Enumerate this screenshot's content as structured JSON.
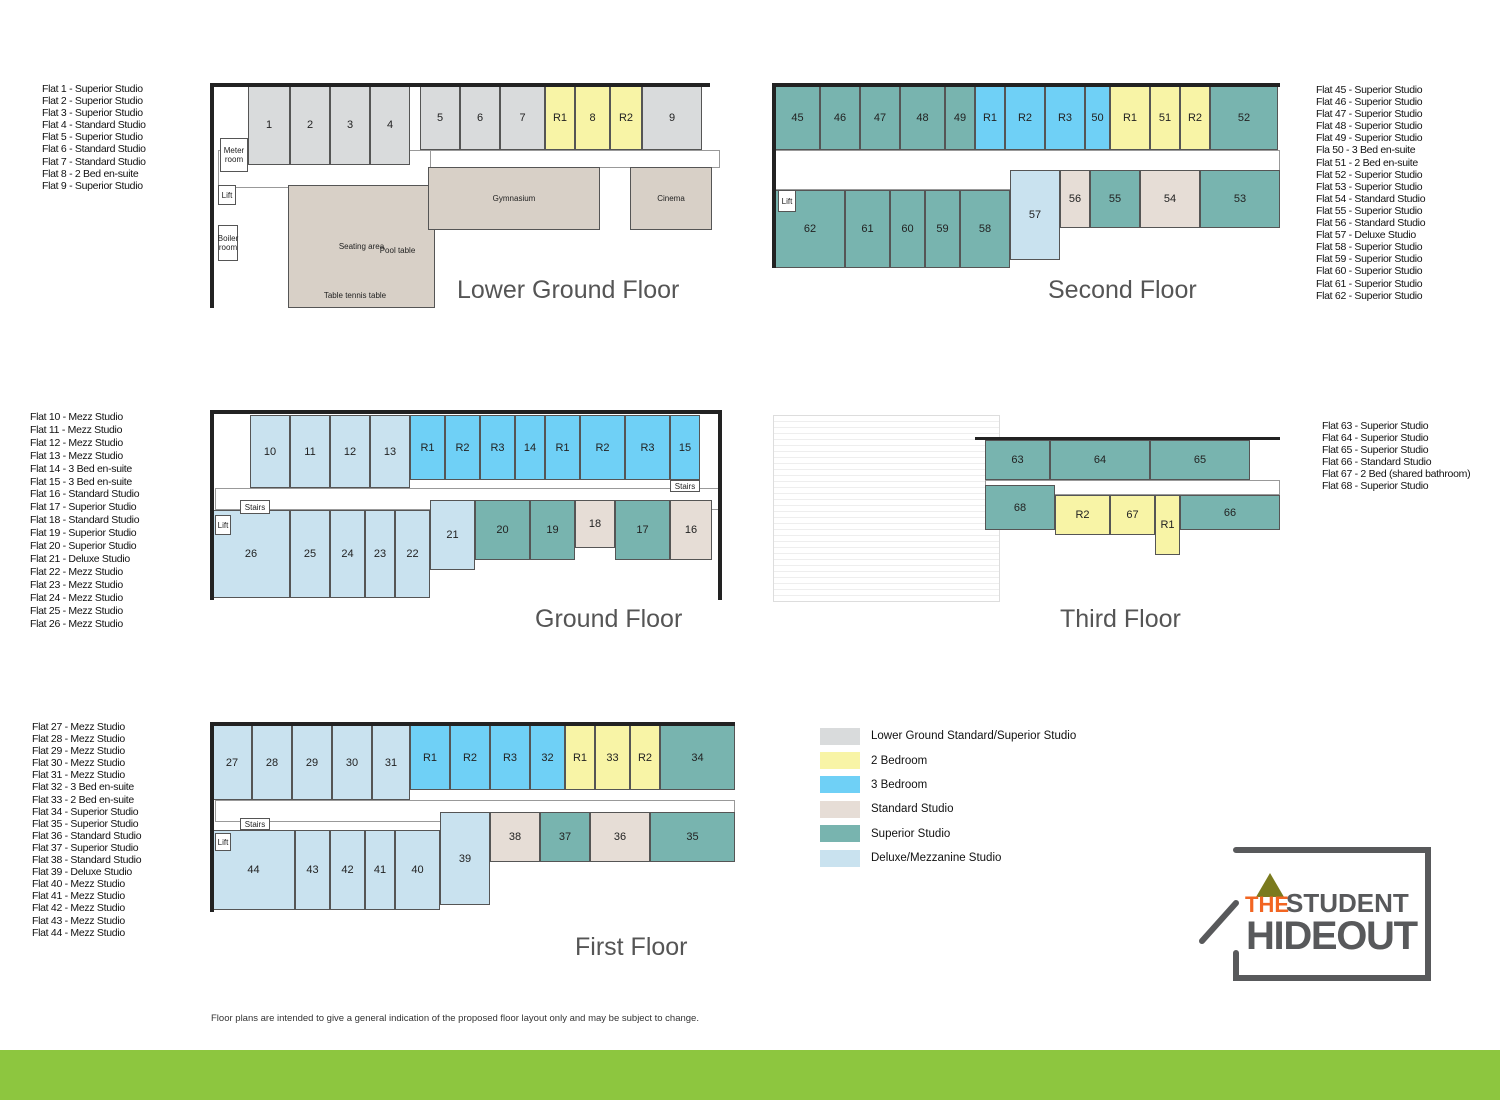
{
  "colors": {
    "grey": "#d9dbdc",
    "two_bed": "#f8f4a6",
    "three_bed": "#6fd0f6",
    "standard": "#e6ddd6",
    "superior": "#78b4af",
    "deluxe": "#c9e2ef",
    "amenity": "#d8d0c7",
    "accent": "#8dc63f"
  },
  "lists": {
    "lower_ground": [
      "Flat 1 - Superior Studio",
      "Flat 2 - Superior Studio",
      "Flat 3 - Superior Studio",
      "Flat 4 - Standard Studio",
      "Flat 5 - Superior Studio",
      "Flat 6 - Standard Studio",
      "Flat 7 - Standard Studio",
      "Flat 8 - 2 Bed en-suite",
      "Flat 9 - Superior Studio"
    ],
    "ground": [
      "Flat 10 - Mezz Studio",
      "Flat 11 - Mezz Studio",
      "Flat 12 - Mezz Studio",
      "Flat 13 - Mezz Studio",
      "Flat 14 - 3 Bed en-suite",
      "Flat 15 - 3 Bed en-suite",
      "Flat 16 - Standard Studio",
      "Flat 17 - Superior Studio",
      "Flat 18 - Standard Studio",
      "Flat 19 - Superior Studio",
      "Flat 20 - Superior Studio",
      "Flat 21 - Deluxe Studio",
      "Flat 22 - Mezz Studio",
      "Flat 23 - Mezz Studio",
      "Flat 24 - Mezz Studio",
      "Flat 25 - Mezz Studio",
      "Flat 26 - Mezz Studio"
    ],
    "first": [
      "Flat 27 - Mezz Studio",
      "Flat 28 - Mezz Studio",
      "Flat 29 - Mezz Studio",
      "Flat 30 - Mezz Studio",
      "Flat 31 - Mezz Studio",
      "Flat 32 - 3 Bed en-suite",
      "Flat 33 - 2 Bed en-suite",
      "Flat 34 - Superior Studio",
      "Flat 35 - Superior Studio",
      "Flat 36 - Standard Studio",
      "Flat 37 - Superior Studio",
      "Flat 38 - Standard Studio",
      "Flat 39 - Deluxe Studio",
      "Flat 40 - Mezz Studio",
      "Flat 41 - Mezz Studio",
      "Flat 42 - Mezz Studio",
      "Flat 43 - Mezz Studio",
      "Flat 44 - Mezz Studio"
    ],
    "second": [
      "Flat 45 - Superior Studio",
      "Flat 46 - Superior Studio",
      "Flat 47 - Superior Studio",
      "Flat 48 - Superior Studio",
      "Flat 49 - Superior Studio",
      "Fla 50 - 3 Bed en-suite",
      "Flat 51 - 2 Bed en-suite",
      "Flat 52 - Superior Studio",
      "Flat 53 - Superior Studio",
      "Flat 54 - Standard Studio",
      "Flat 55 - Superior Studio",
      "Flat 56 - Standard Studio",
      "Flat 57 - Deluxe Studio",
      "Flat 58 - Superior Studio",
      "Flat 59 - Superior Studio",
      "Flat 60 - Superior Studio",
      "Flat 61 - Superior Studio",
      "Flat 62 - Superior Studio"
    ],
    "third": [
      "Flat 63 - Superior Studio",
      "Flat 64 - Superior Studio",
      "Flat 65 - Superior Studio",
      "Flat 66 - Standard Studio",
      "Flat 67 - 2 Bed (shared bathroom)",
      "Flat 68 - Superior Studio"
    ]
  },
  "floors": {
    "lower_ground": {
      "title": "Lower Ground Floor",
      "rooms": [
        {
          "label": "1",
          "type": "grey"
        },
        {
          "label": "2",
          "type": "grey"
        },
        {
          "label": "3",
          "type": "grey"
        },
        {
          "label": "4",
          "type": "grey"
        },
        {
          "label": "5",
          "type": "grey"
        },
        {
          "label": "6",
          "type": "grey"
        },
        {
          "label": "7",
          "type": "grey"
        },
        {
          "label": "R1",
          "type": "two_bed"
        },
        {
          "label": "8",
          "type": "two_bed"
        },
        {
          "label": "R2",
          "type": "two_bed"
        },
        {
          "label": "9",
          "type": "grey"
        },
        {
          "label": "Meter room",
          "type": "white"
        },
        {
          "label": "Lift",
          "type": "white"
        },
        {
          "label": "Boiler room",
          "type": "white"
        },
        {
          "label": "Seating area",
          "type": "amenity"
        },
        {
          "label": "Pool table",
          "type": "amenity"
        },
        {
          "label": "Table tennis table",
          "type": "amenity"
        },
        {
          "label": "Gymnasium",
          "type": "amenity"
        },
        {
          "label": "Cinema",
          "type": "amenity"
        }
      ]
    },
    "second": {
      "title": "Second Floor",
      "rooms": [
        {
          "label": "45",
          "type": "superior"
        },
        {
          "label": "46",
          "type": "superior"
        },
        {
          "label": "47",
          "type": "superior"
        },
        {
          "label": "48",
          "type": "superior"
        },
        {
          "label": "49",
          "type": "superior"
        },
        {
          "label": "R1",
          "type": "three_bed"
        },
        {
          "label": "R2",
          "type": "three_bed"
        },
        {
          "label": "R3",
          "type": "three_bed"
        },
        {
          "label": "50",
          "type": "three_bed"
        },
        {
          "label": "R1",
          "type": "two_bed"
        },
        {
          "label": "51",
          "type": "two_bed"
        },
        {
          "label": "R2",
          "type": "two_bed"
        },
        {
          "label": "52",
          "type": "superior"
        },
        {
          "label": "62",
          "type": "superior"
        },
        {
          "label": "61",
          "type": "superior"
        },
        {
          "label": "60",
          "type": "superior"
        },
        {
          "label": "59",
          "type": "superior"
        },
        {
          "label": "58",
          "type": "superior"
        },
        {
          "label": "57",
          "type": "deluxe"
        },
        {
          "label": "56",
          "type": "standard"
        },
        {
          "label": "55",
          "type": "superior"
        },
        {
          "label": "54",
          "type": "standard"
        },
        {
          "label": "53",
          "type": "superior"
        },
        {
          "label": "Lift",
          "type": "white"
        }
      ]
    },
    "ground": {
      "title": "Ground Floor",
      "rooms": [
        {
          "label": "10",
          "type": "deluxe"
        },
        {
          "label": "11",
          "type": "deluxe"
        },
        {
          "label": "12",
          "type": "deluxe"
        },
        {
          "label": "13",
          "type": "deluxe"
        },
        {
          "label": "R1",
          "type": "three_bed"
        },
        {
          "label": "R2",
          "type": "three_bed"
        },
        {
          "label": "R3",
          "type": "three_bed"
        },
        {
          "label": "14",
          "type": "three_bed"
        },
        {
          "label": "R1",
          "type": "three_bed"
        },
        {
          "label": "R2",
          "type": "three_bed"
        },
        {
          "label": "R3",
          "type": "three_bed"
        },
        {
          "label": "15",
          "type": "three_bed"
        },
        {
          "label": "26",
          "type": "deluxe"
        },
        {
          "label": "25",
          "type": "deluxe"
        },
        {
          "label": "24",
          "type": "deluxe"
        },
        {
          "label": "23",
          "type": "deluxe"
        },
        {
          "label": "22",
          "type": "deluxe"
        },
        {
          "label": "21",
          "type": "deluxe"
        },
        {
          "label": "20",
          "type": "superior"
        },
        {
          "label": "19",
          "type": "superior"
        },
        {
          "label": "18",
          "type": "standard"
        },
        {
          "label": "17",
          "type": "superior"
        },
        {
          "label": "16",
          "type": "standard"
        },
        {
          "label": "Lift",
          "type": "white"
        },
        {
          "label": "Stairs",
          "type": "white"
        },
        {
          "label": "Stairs",
          "type": "white"
        }
      ]
    },
    "third": {
      "title": "Third Floor",
      "rooms": [
        {
          "label": "63",
          "type": "superior"
        },
        {
          "label": "64",
          "type": "superior"
        },
        {
          "label": "65",
          "type": "superior"
        },
        {
          "label": "68",
          "type": "superior"
        },
        {
          "label": "R2",
          "type": "two_bed"
        },
        {
          "label": "67",
          "type": "two_bed"
        },
        {
          "label": "R1",
          "type": "two_bed"
        },
        {
          "label": "66",
          "type": "superior"
        }
      ]
    },
    "first": {
      "title": "First Floor",
      "rooms": [
        {
          "label": "27",
          "type": "deluxe"
        },
        {
          "label": "28",
          "type": "deluxe"
        },
        {
          "label": "29",
          "type": "deluxe"
        },
        {
          "label": "30",
          "type": "deluxe"
        },
        {
          "label": "31",
          "type": "deluxe"
        },
        {
          "label": "R1",
          "type": "three_bed"
        },
        {
          "label": "R2",
          "type": "three_bed"
        },
        {
          "label": "R3",
          "type": "three_bed"
        },
        {
          "label": "32",
          "type": "three_bed"
        },
        {
          "label": "R1",
          "type": "two_bed"
        },
        {
          "label": "33",
          "type": "two_bed"
        },
        {
          "label": "R2",
          "type": "two_bed"
        },
        {
          "label": "34",
          "type": "superior"
        },
        {
          "label": "44",
          "type": "deluxe"
        },
        {
          "label": "43",
          "type": "deluxe"
        },
        {
          "label": "42",
          "type": "deluxe"
        },
        {
          "label": "41",
          "type": "deluxe"
        },
        {
          "label": "40",
          "type": "deluxe"
        },
        {
          "label": "39",
          "type": "deluxe"
        },
        {
          "label": "38",
          "type": "standard"
        },
        {
          "label": "37",
          "type": "superior"
        },
        {
          "label": "36",
          "type": "standard"
        },
        {
          "label": "35",
          "type": "superior"
        },
        {
          "label": "Lift",
          "type": "white"
        },
        {
          "label": "Stairs",
          "type": "white"
        }
      ]
    }
  },
  "legend": [
    {
      "label": "Lower Ground Standard/Superior Studio",
      "type": "grey"
    },
    {
      "label": "2 Bedroom",
      "type": "two_bed"
    },
    {
      "label": "3 Bedroom",
      "type": "three_bed"
    },
    {
      "label": "Standard Studio",
      "type": "standard"
    },
    {
      "label": "Superior Studio",
      "type": "superior"
    },
    {
      "label": "Deluxe/Mezzanine Studio",
      "type": "deluxe"
    }
  ],
  "note": "Floor plans are intended to give a general indication of the proposed floor layout only and may be subject to change.",
  "logo": {
    "the": "THE",
    "student": "STUDENT",
    "hideout": "HIDEOUT",
    "the_color": "#f26522",
    "tent_color": "#7a7a1e",
    "text_color": "#58595b"
  }
}
